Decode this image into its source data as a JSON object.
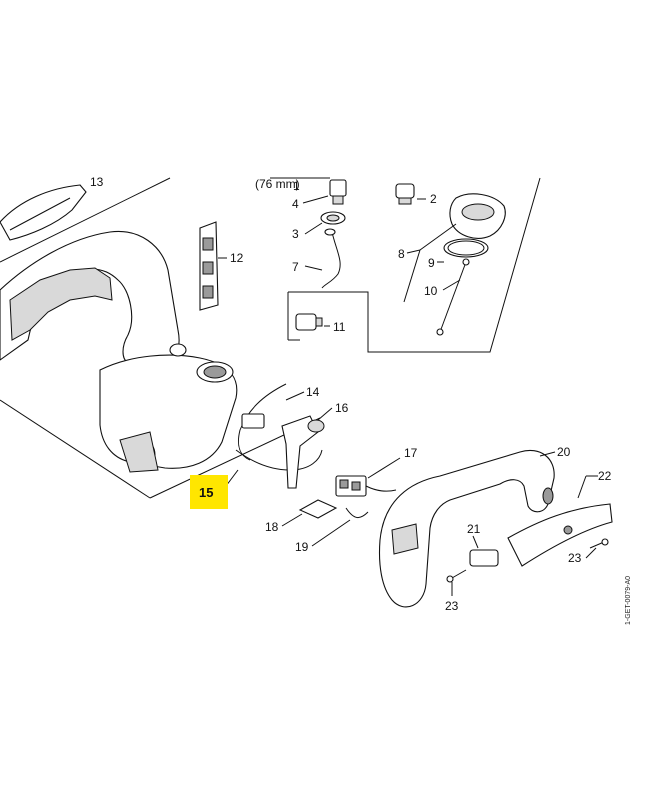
{
  "header_text": "(76 mm)",
  "highlight_color": "#ffe600",
  "side_code": "1-GET-0079-A0",
  "callouts": {
    "c1": "1",
    "c2": "2",
    "c3": "3",
    "c4": "4",
    "c7": "7",
    "c8": "8",
    "c9": "9",
    "c10": "10",
    "c11": "11",
    "c12": "12",
    "c13": "13",
    "c14": "14",
    "c15": "15",
    "c16": "16",
    "c17": "17",
    "c18": "18",
    "c19": "19",
    "c20": "20",
    "c21": "21",
    "c22": "22",
    "c23a": "23",
    "c23b": "23"
  }
}
